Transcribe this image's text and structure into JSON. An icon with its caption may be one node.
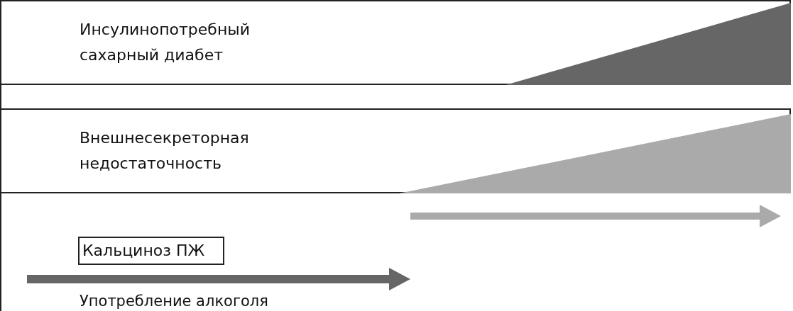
{
  "diagram": {
    "nodes": [
      {
        "text": [
          "Инсулинопотребный сахарный диабет"
        ]
      },
      {
        "text": [
          "Внешнесекреторная недостаточность"
        ]
      },
      {
        "text": [
          "Кальциноз ПЖ"
        ]
      }
    ],
    "labels": [
      "Употребление алкоголя"
    ]
  }
}
